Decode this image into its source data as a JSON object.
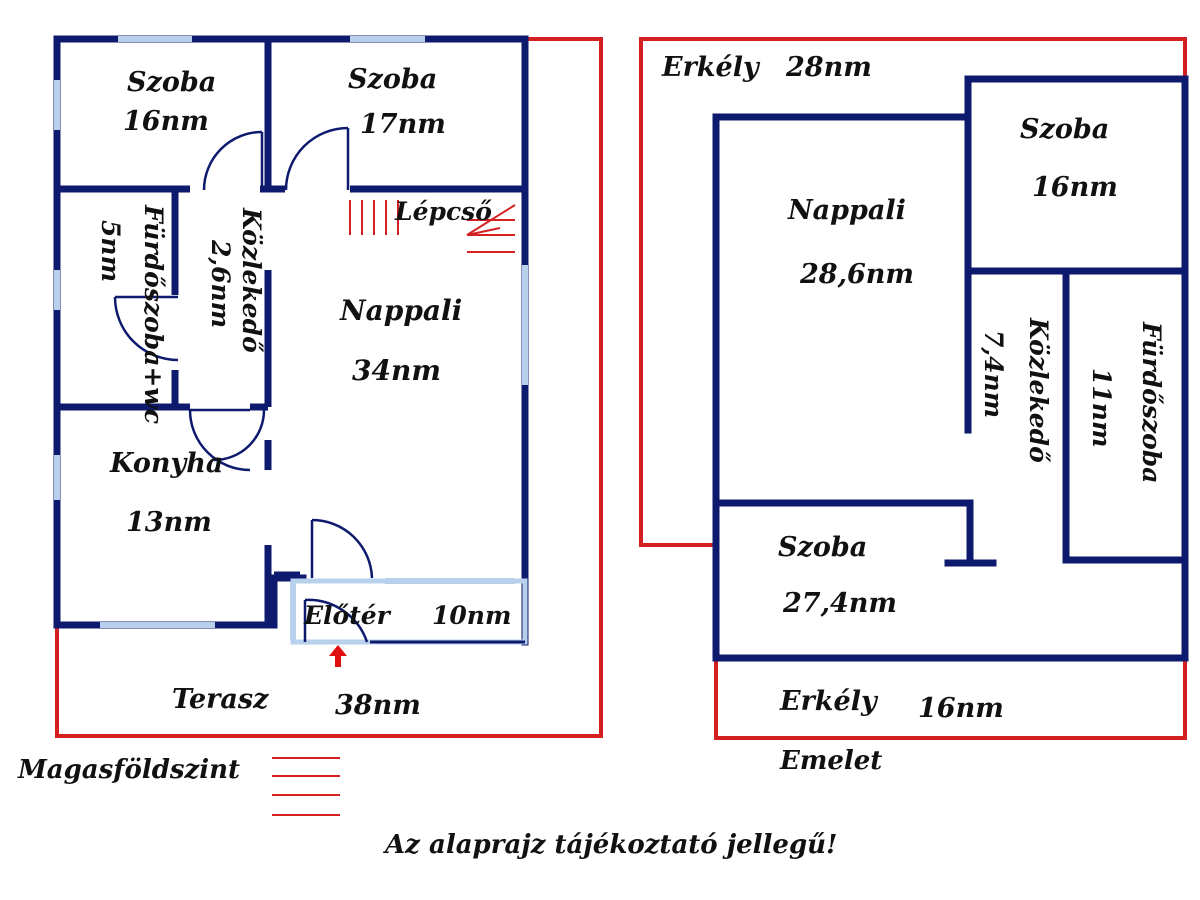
{
  "colors": {
    "wall": "#0d1a6e",
    "window": "#b7d0ec",
    "terrace_outline": "#d42020",
    "stair": "#d42020",
    "entrance_arrow": "#e01010",
    "text": "#111111"
  },
  "ground_floor": {
    "level_name": "Magasföldszint",
    "rooms": {
      "szoba_1": {
        "name": "Szoba",
        "area": "16nm"
      },
      "szoba_2": {
        "name": "Szoba",
        "area": "17nm"
      },
      "lepcso": {
        "name": "Lépcső"
      },
      "furdoszoba": {
        "name": "Fürdőszoba+wc",
        "area": "5nm"
      },
      "kozlekedo": {
        "name": "Közlekedő",
        "area": "2,6nm"
      },
      "nappali": {
        "name": "Nappali",
        "area": "34nm"
      },
      "konyha": {
        "name": "Konyha",
        "area": "13nm"
      },
      "eloter": {
        "name": "Előtér",
        "area": "10nm"
      },
      "terasz": {
        "name": "Terasz",
        "area": "38nm"
      }
    }
  },
  "upper_floor": {
    "level_name": "Emelet",
    "rooms": {
      "erkely_top": {
        "name": "Erkély",
        "area": "28nm"
      },
      "szoba_1": {
        "name": "Szoba",
        "area": "16nm"
      },
      "nappali": {
        "name": "Nappali",
        "area": "28,6nm"
      },
      "kozlekedo": {
        "name": "Közlekedő",
        "area": "7,4nm"
      },
      "furdoszoba": {
        "name": "Fürdőszoba",
        "area": "11nm"
      },
      "szoba_2": {
        "name": "Szoba",
        "area": "27,4nm"
      },
      "erkely_bottom": {
        "name": "Erkély",
        "area": "16nm"
      }
    }
  },
  "disclaimer": "Az alaprajz tájékoztató jellegű!"
}
